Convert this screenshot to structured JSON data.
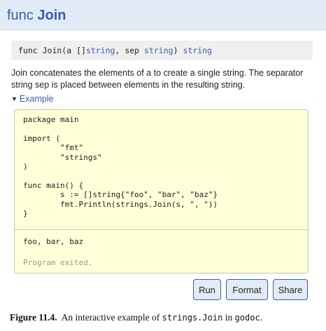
{
  "header": {
    "keyword": "func",
    "name": "Join"
  },
  "signature": {
    "prefix": "func Join(a []",
    "type1": "string",
    "mid": ", sep ",
    "type2": "string",
    "mid2": ") ",
    "type3": "string"
  },
  "description": "Join concatenates the elements of a to create a single string. The separator string sep is placed between elements in the resulting string.",
  "example": {
    "toggle_label": "Example",
    "code": "package main\n\nimport (\n\t\"fmt\"\n\t\"strings\"\n)\n\nfunc main() {\n\ts := []string{\"foo\", \"bar\", \"baz\"}\n\tfmt.Println(strings.Join(s, \", \"))\n}",
    "output": "foo, bar, baz",
    "exit_message": "Program exited."
  },
  "buttons": {
    "run": "Run",
    "format": "Format",
    "share": "Share"
  },
  "caption": {
    "label": "Figure 11.4.",
    "text_before": "An interactive example of",
    "code1": "strings.Join",
    "text_mid": "in",
    "code2": "godoc",
    "text_end": "."
  }
}
